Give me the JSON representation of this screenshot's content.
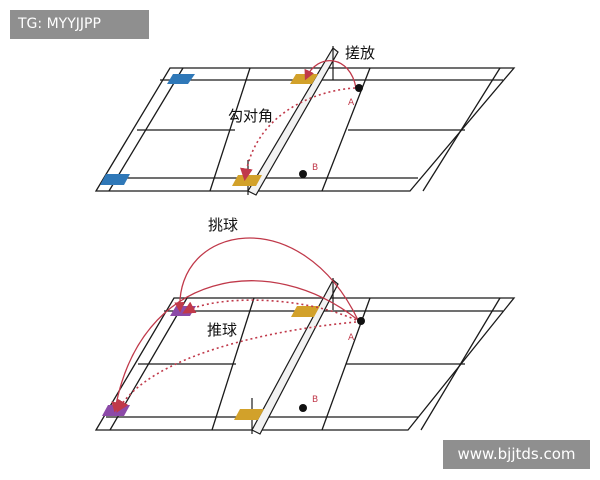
{
  "watermark_top": "TG: MYYJJPP",
  "watermark_bottom": "www.bjjtds.com",
  "diagram_top": {
    "label_drop": "搓放",
    "label_cross": "勾对角",
    "point_a": "A",
    "point_b": "B"
  },
  "diagram_bottom": {
    "label_lift": "挑球",
    "label_push": "推球",
    "point_a": "A",
    "point_b": "B"
  },
  "colors": {
    "court_line": "#1a1a1a",
    "trajectory": "#c0394a",
    "zone_yellow": "#d2a12a",
    "zone_blue": "#2f78b8",
    "zone_purple": "#8c4aa8",
    "watermark_bg": "#8f8f8f"
  }
}
